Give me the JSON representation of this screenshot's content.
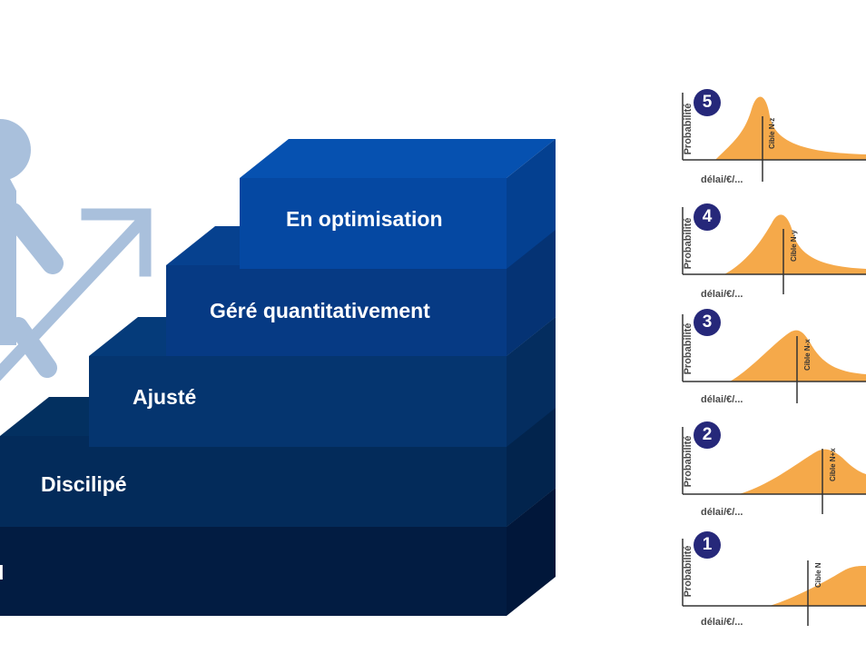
{
  "colors": {
    "figure": "#a9c0dc",
    "curve_fill": "#f5a94a",
    "badge": "#26287a",
    "step_fronts": [
      "#021c42",
      "#032b5a",
      "#05356f",
      "#063a84",
      "#0548a2"
    ]
  },
  "figure": {
    "icon": "person-climbing-stairs-with-up-arrow"
  },
  "steps": [
    {
      "level": 1,
      "label": "I"
    },
    {
      "level": 2,
      "label": "Discilipé"
    },
    {
      "level": 3,
      "label": "Ajusté"
    },
    {
      "level": 4,
      "label": "Géré quantitativement"
    },
    {
      "level": 5,
      "label": "En optimisation"
    }
  ],
  "panels": [
    {
      "badge": "5",
      "ylabel": "Probabilité",
      "xlabel": "délai/€/...",
      "target": "Cible N-z"
    },
    {
      "badge": "4",
      "ylabel": "Probabilité",
      "xlabel": "délai/€/...",
      "target": "Cible N-y"
    },
    {
      "badge": "3",
      "ylabel": "Probabilité",
      "xlabel": "délai/€/...",
      "target": "Cible N-x"
    },
    {
      "badge": "2",
      "ylabel": "Probabilité",
      "xlabel": "délai/€/...",
      "target": "Cible N+x"
    },
    {
      "badge": "1",
      "ylabel": "Probabilité",
      "xlabel": "délai/€/...",
      "target": "Cible N"
    }
  ]
}
